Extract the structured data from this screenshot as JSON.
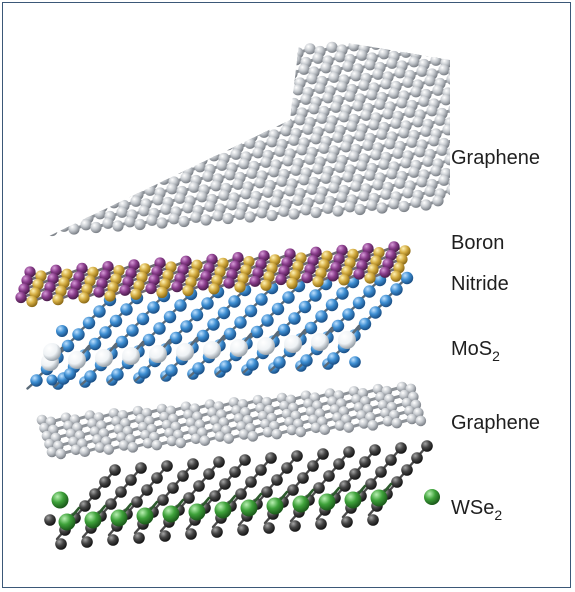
{
  "layers": [
    {
      "key": "graphene_top",
      "label": "Graphene",
      "sub": "",
      "colors": [
        "#b9bdc2"
      ]
    },
    {
      "key": "hbn",
      "label": "Boron",
      "label2": "Nitride",
      "sub": "",
      "colors": [
        "#7d2f7e",
        "#c9a53b"
      ]
    },
    {
      "key": "mos2",
      "label": "MoS",
      "sub": "2",
      "colors": [
        "#e9edf1",
        "#3b86c6"
      ]
    },
    {
      "key": "graphene_mid",
      "label": "Graphene",
      "sub": "",
      "colors": [
        "#b3b7bc"
      ]
    },
    {
      "key": "wse2",
      "label": "WSe",
      "sub": "2",
      "colors": [
        "#3a9d3a",
        "#3c3c3c"
      ]
    }
  ]
}
